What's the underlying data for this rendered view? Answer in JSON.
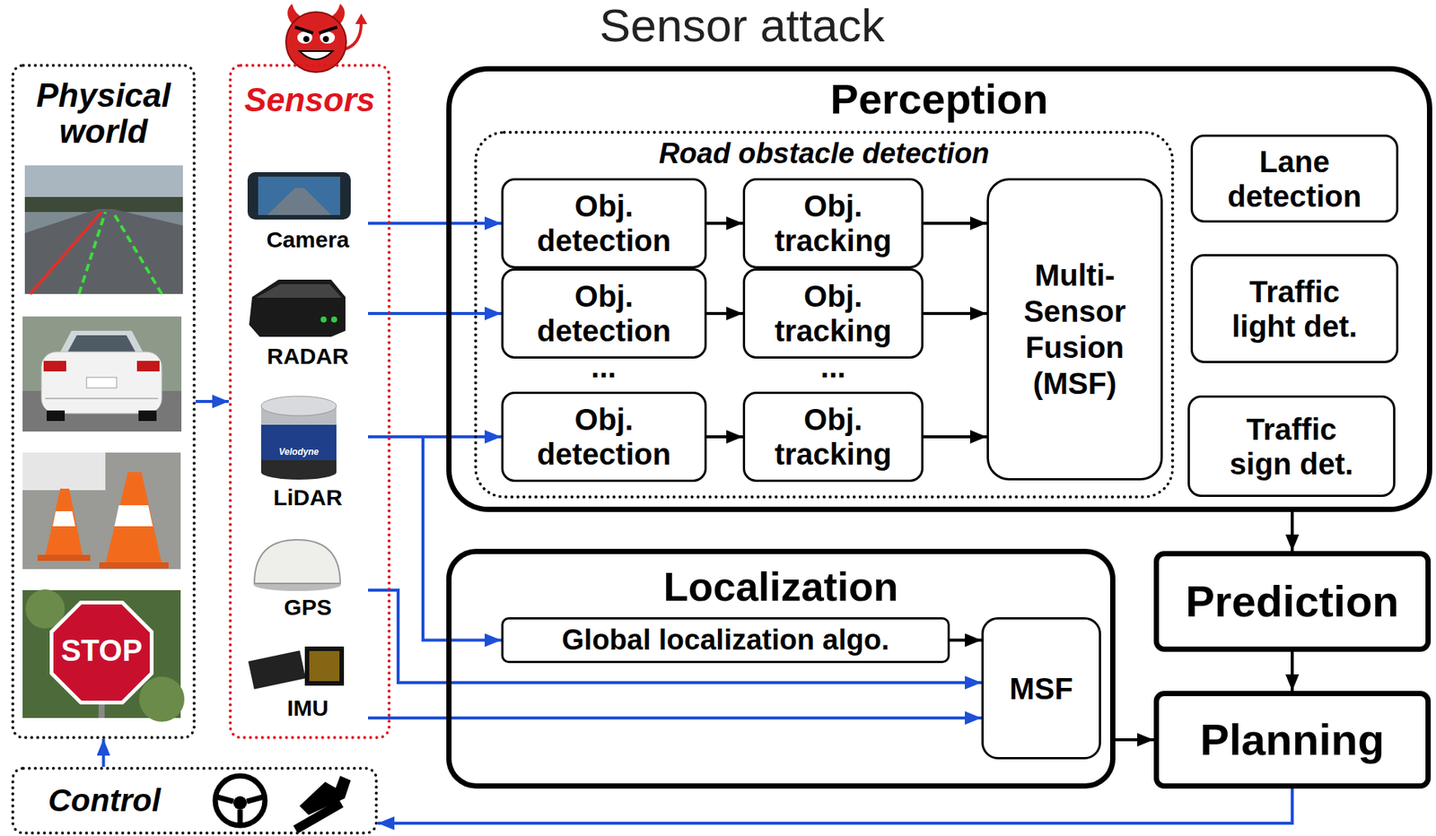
{
  "diagram": {
    "title": "Sensor attack",
    "nodes": [
      {
        "text": [
          "Physical world"
        ]
      },
      {
        "text": [
          "Sensors"
        ]
      },
      {
        "text": [
          "Camera"
        ],
        "in": 1
      },
      {
        "text": [
          "RADAR"
        ],
        "in": 1
      },
      {
        "text": [
          "LiDAR"
        ],
        "in": 1
      },
      {
        "text": [
          "GPS"
        ],
        "in": 1
      },
      {
        "text": [
          "IMU"
        ],
        "in": 1
      },
      {
        "text": [
          "Control"
        ]
      },
      {
        "text": [
          "Perception"
        ]
      },
      {
        "text": [
          "Road obstacle detection"
        ],
        "in": 8
      },
      {
        "text": [
          "Obj. detection"
        ],
        "in": 9
      },
      {
        "text": [
          "Obj. tracking"
        ],
        "in": 9
      },
      {
        "text": [
          "Obj. detection"
        ],
        "in": 9
      },
      {
        "text": [
          "Obj. tracking"
        ],
        "in": 9
      },
      {
        "text": [
          "Obj. detection"
        ],
        "in": 9
      },
      {
        "text": [
          "Obj. tracking"
        ],
        "in": 9
      },
      {
        "text": [
          "Multi-Sensor Fusion (MSF)"
        ],
        "in": 9
      },
      {
        "text": [
          "Lane detection"
        ],
        "in": 8
      },
      {
        "text": [
          "Traffic light det."
        ],
        "in": 8
      },
      {
        "text": [
          "Traffic sign det."
        ],
        "in": 8
      },
      {
        "text": [
          "Localization"
        ]
      },
      {
        "text": [
          "Global localization algo."
        ],
        "in": 20
      },
      {
        "text": [
          "MSF"
        ],
        "in": 20
      },
      {
        "text": [
          "Prediction"
        ]
      },
      {
        "text": [
          "Planning"
        ]
      }
    ],
    "edges": [
      {
        "from": 0,
        "to": 1,
        "arrow": "to"
      },
      {
        "from": 2,
        "to": 10,
        "arrow": "to"
      },
      {
        "from": 3,
        "to": 12,
        "arrow": "to"
      },
      {
        "from": 4,
        "to": 14,
        "arrow": "to"
      },
      {
        "from": 4,
        "to": 21,
        "arrow": "to"
      },
      {
        "from": 5,
        "to": 22,
        "arrow": "to"
      },
      {
        "from": 6,
        "to": 22,
        "arrow": "to"
      },
      {
        "from": 10,
        "to": 11,
        "arrow": "to"
      },
      {
        "from": 12,
        "to": 13,
        "arrow": "to"
      },
      {
        "from": 14,
        "to": 15,
        "arrow": "to"
      },
      {
        "from": 11,
        "to": 16,
        "arrow": "to"
      },
      {
        "from": 13,
        "to": 16,
        "arrow": "to"
      },
      {
        "from": 15,
        "to": 16,
        "arrow": "to"
      },
      {
        "from": 21,
        "to": 22,
        "arrow": "to"
      },
      {
        "from": 8,
        "to": 23,
        "arrow": "to"
      },
      {
        "from": 23,
        "to": 24,
        "arrow": "to"
      },
      {
        "from": 20,
        "to": 24,
        "arrow": "to"
      },
      {
        "from": 24,
        "to": 7,
        "arrow": "to"
      },
      {
        "from": 7,
        "to": 0,
        "arrow": "to"
      }
    ],
    "labels": [
      "...",
      "...",
      "STOP",
      "Velodyne"
    ]
  }
}
